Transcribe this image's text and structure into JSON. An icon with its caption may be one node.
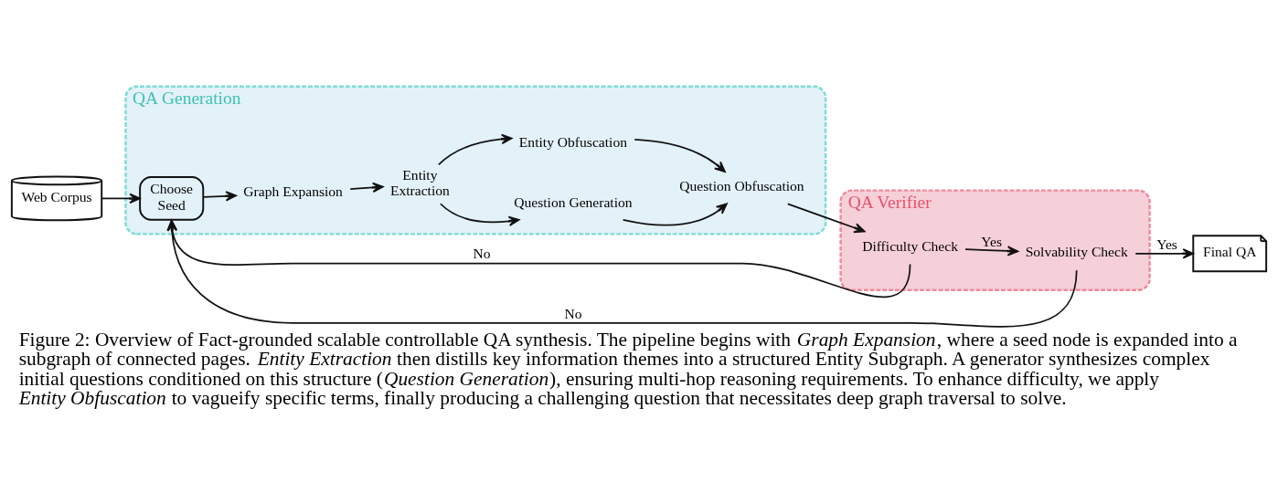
{
  "diagram": {
    "caption": "Figure 2: Overview of Fact-grounded scalable controllable QA synthesis. The pipeline begins with *Graph Expansion*, where a seed node is expanded into a subgraph of connected pages. *Entity Extraction* then distills key information themes into a structured Entity Subgraph. A generator synthesizes complex initial questions conditioned on this structure (*Question Generation*), ensuring multi-hop reasoning requirements. To enhance difficulty, we apply *Entity Obfuscation* to vagueify specific terms, finally producing a challenging question that necessitates deep graph traversal to solve.",
    "nodes": [
      {
        "text": [
          "Web Corpus"
        ]
      },
      {
        "text": [
          "QA Generation"
        ]
      },
      {
        "text": [
          "Choose Seed"
        ],
        "in": 1
      },
      {
        "text": [
          "Graph Expansion"
        ],
        "in": 1
      },
      {
        "text": [
          "Entity Extraction"
        ],
        "in": 1
      },
      {
        "text": [
          "Entity Obfuscation"
        ],
        "in": 1
      },
      {
        "text": [
          "Question Generation"
        ],
        "in": 1
      },
      {
        "text": [
          "Question Obfuscation"
        ],
        "in": 1
      },
      {
        "text": [
          "QA Verifier"
        ]
      },
      {
        "text": [
          "Difficulty Check"
        ],
        "in": 8
      },
      {
        "text": [
          "Solvability Check"
        ],
        "in": 8
      },
      {
        "text": [
          "Final QA"
        ]
      }
    ],
    "edges": [
      {
        "from": 0,
        "to": 2,
        "arrow": "to"
      },
      {
        "from": 2,
        "to": 3,
        "arrow": "to"
      },
      {
        "from": 3,
        "to": 4,
        "arrow": "to"
      },
      {
        "from": 4,
        "to": 5,
        "arrow": "to"
      },
      {
        "from": 4,
        "to": 6,
        "arrow": "to"
      },
      {
        "from": 5,
        "to": 7,
        "arrow": "to"
      },
      {
        "from": 6,
        "to": 7,
        "arrow": "to"
      },
      {
        "from": 7,
        "to": 9,
        "arrow": "to"
      },
      {
        "from": 9,
        "to": 10,
        "arrow": "to",
        "label": "Yes"
      },
      {
        "from": 10,
        "to": 11,
        "arrow": "to",
        "label": "Yes"
      },
      {
        "from": 9,
        "to": 2,
        "arrow": "to",
        "label": "No"
      },
      {
        "from": 10,
        "to": 2,
        "arrow": "to",
        "label": "No"
      }
    ]
  }
}
